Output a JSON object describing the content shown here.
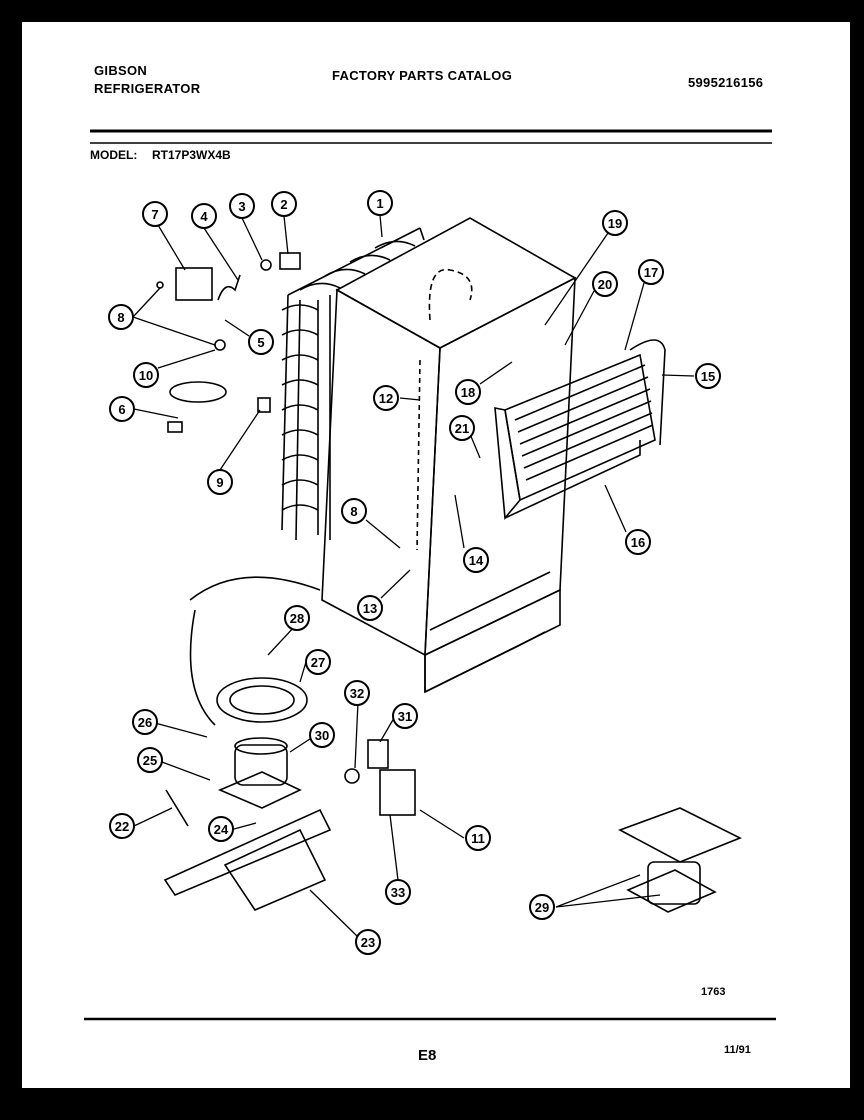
{
  "header": {
    "brand": "GIBSON",
    "product": "REFRIGERATOR",
    "catalog_title": "FACTORY PARTS CATALOG",
    "catalog_number": "5995216156",
    "model_label": "MODEL:",
    "model_value": "RT17P3WX4B"
  },
  "footer": {
    "drawing_number": "1763",
    "page": "E8",
    "date": "11/91"
  },
  "callouts": [
    "1",
    "2",
    "3",
    "4",
    "5",
    "6",
    "7",
    "8",
    "8",
    "9",
    "10",
    "11",
    "12",
    "13",
    "14",
    "15",
    "16",
    "17",
    "18",
    "19",
    "20",
    "21",
    "22",
    "23",
    "24",
    "25",
    "26",
    "27",
    "28",
    "29",
    "30",
    "31",
    "32",
    "33"
  ]
}
